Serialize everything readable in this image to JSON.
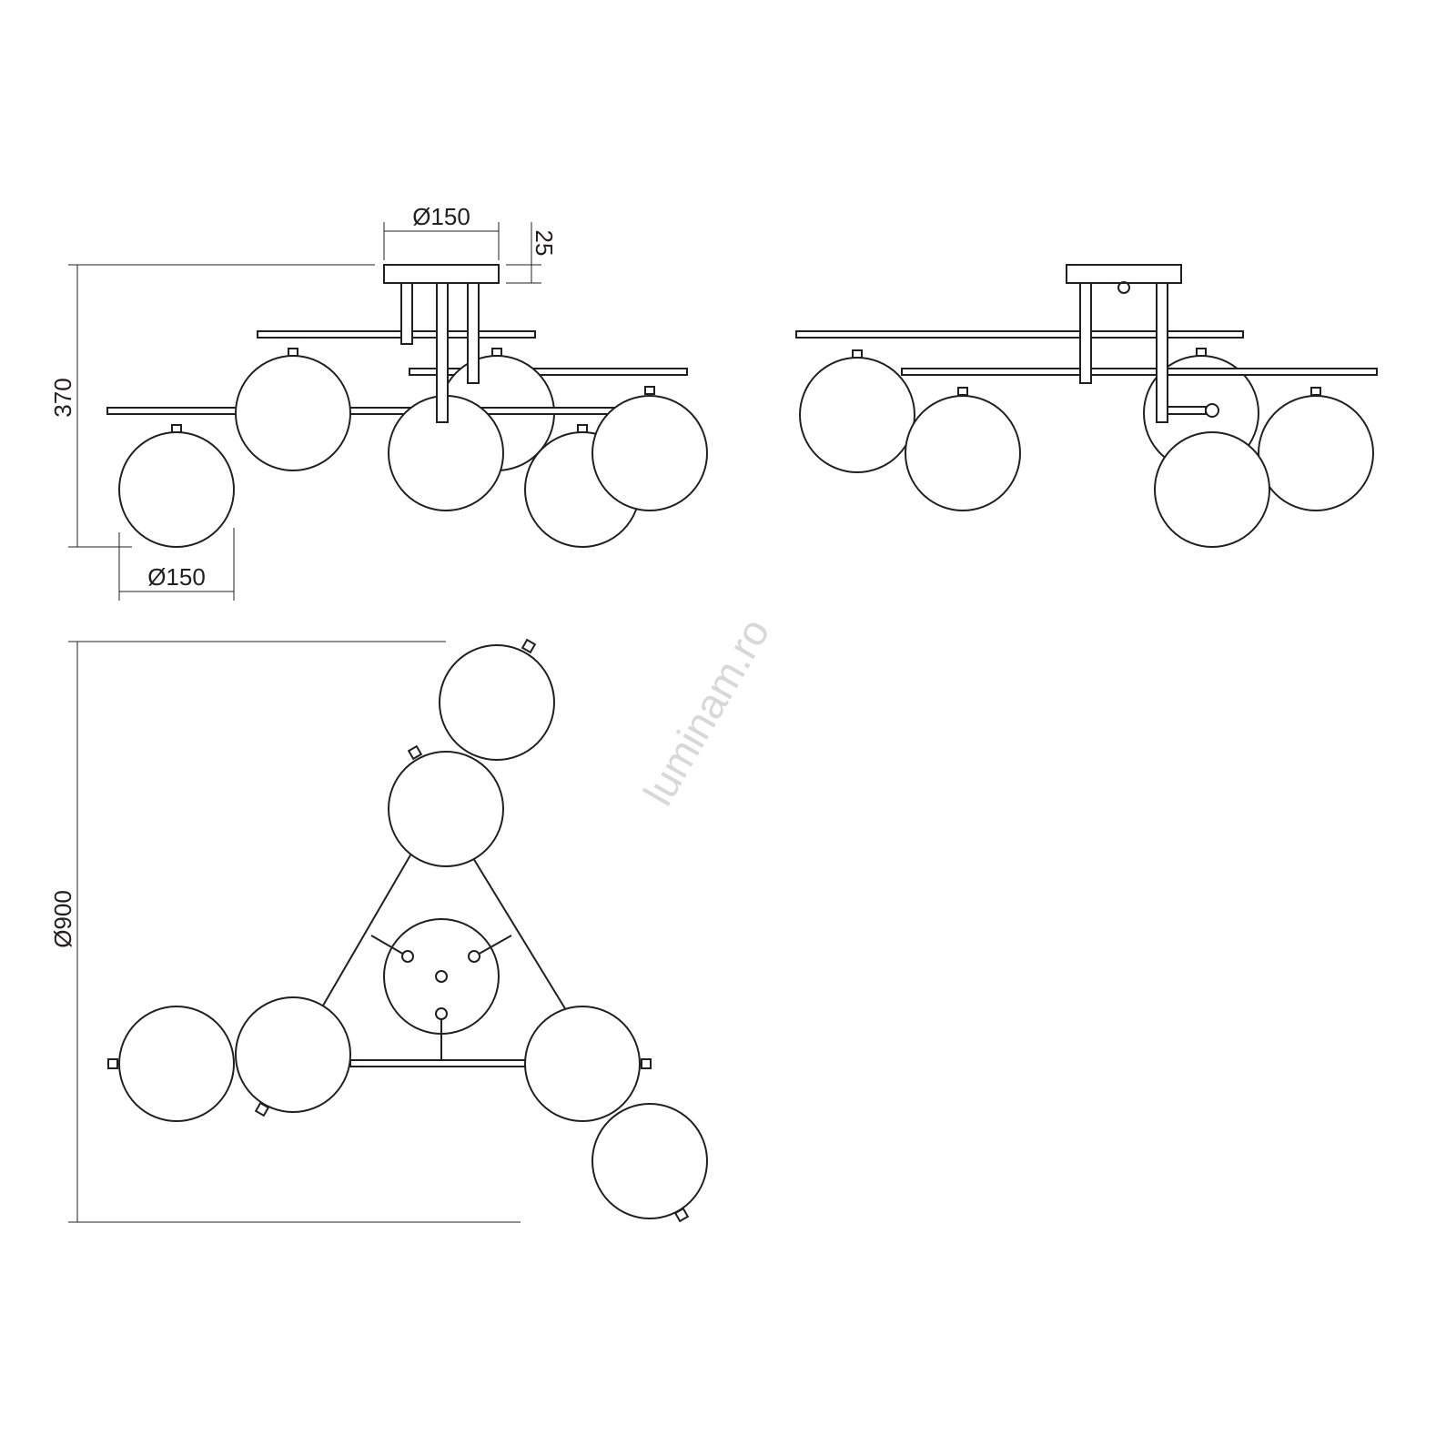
{
  "drawing": {
    "front_view": {
      "canopy_diameter": "Ø150",
      "canopy_height": "25",
      "total_height": "370",
      "globe_diameter": "Ø150"
    },
    "top_view": {
      "overall_diameter": "Ø900"
    },
    "watermark": "luminam.ro",
    "line_color": "#231f20"
  }
}
